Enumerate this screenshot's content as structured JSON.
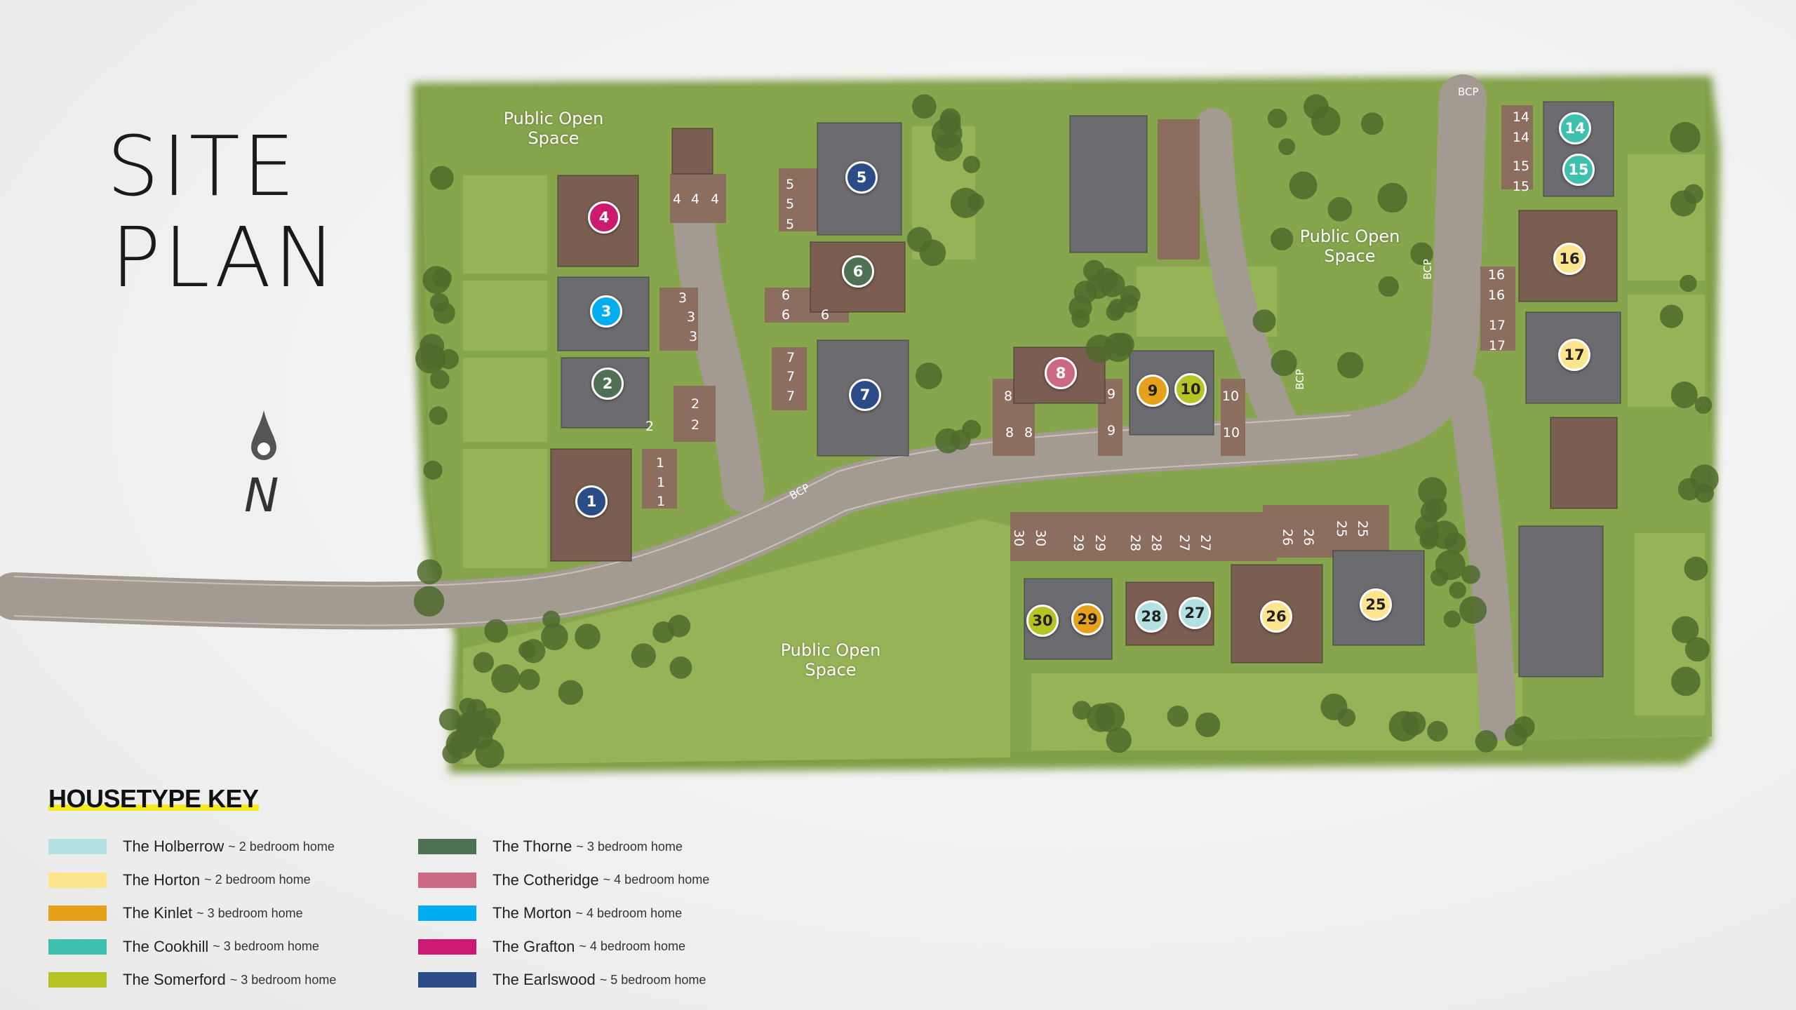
{
  "title": {
    "line1": "SITE",
    "line2": "PLAN"
  },
  "north_label": "N",
  "open_space_labels": [
    "Public Open\nSpace",
    "Public Open\nSpace",
    "Public Open\nSpace"
  ],
  "bcp_label": "BCP",
  "plots": [
    {
      "number": "1",
      "type": "The Earlswood"
    },
    {
      "number": "2",
      "type": "The Thorne"
    },
    {
      "number": "3",
      "type": "The Morton"
    },
    {
      "number": "4",
      "type": "The Grafton"
    },
    {
      "number": "5",
      "type": "The Earlswood"
    },
    {
      "number": "6",
      "type": "The Thorne"
    },
    {
      "number": "7",
      "type": "The Earlswood"
    },
    {
      "number": "8",
      "type": "The Cotheridge"
    },
    {
      "number": "9",
      "type": "The Kinlet"
    },
    {
      "number": "10",
      "type": "The Somerford"
    },
    {
      "number": "14",
      "type": "The Cookhill"
    },
    {
      "number": "15",
      "type": "The Cookhill"
    },
    {
      "number": "16",
      "type": "The Horton"
    },
    {
      "number": "17",
      "type": "The Horton"
    },
    {
      "number": "25",
      "type": "The Horton"
    },
    {
      "number": "26",
      "type": "The Horton"
    },
    {
      "number": "27",
      "type": "The Holberrow"
    },
    {
      "number": "28",
      "type": "The Holberrow"
    },
    {
      "number": "29",
      "type": "The Kinlet"
    },
    {
      "number": "30",
      "type": "The Somerford"
    }
  ],
  "parking_labels": [
    "4",
    "4",
    "4",
    "5",
    "5",
    "5",
    "3",
    "3",
    "3",
    "6",
    "6",
    "6",
    "7",
    "7",
    "7",
    "2",
    "2",
    "2",
    "1",
    "1",
    "1",
    "8",
    "8",
    "8",
    "9",
    "9",
    "10",
    "10",
    "14",
    "14",
    "15",
    "15",
    "16",
    "16",
    "17",
    "17",
    "30",
    "30",
    "29",
    "29",
    "28",
    "28",
    "27",
    "27",
    "26",
    "26",
    "25",
    "25"
  ],
  "key": {
    "title": "HOUSETYPE KEY",
    "items": [
      {
        "name": "The Holberrow",
        "desc": "~ 2 bedroom home",
        "color": "#b3e1e1"
      },
      {
        "name": "The Horton",
        "desc": "~ 2 bedroom home",
        "color": "#fde58e"
      },
      {
        "name": "The Kinlet",
        "desc": "~ 3 bedroom home",
        "color": "#e6a21a"
      },
      {
        "name": "The Cookhill",
        "desc": "~ 3 bedroom home",
        "color": "#3fbfae"
      },
      {
        "name": "The Somerford",
        "desc": "~ 3 bedroom home",
        "color": "#b5c424"
      },
      {
        "name": "The Thorne",
        "desc": "~ 3 bedroom home",
        "color": "#4e7155"
      },
      {
        "name": "The Cotheridge",
        "desc": "~ 4 bedroom home",
        "color": "#c96a82"
      },
      {
        "name": "The Morton",
        "desc": "~ 4 bedroom home",
        "color": "#00aeef"
      },
      {
        "name": "The Grafton",
        "desc": "~ 4 bedroom home",
        "color": "#cc1a70"
      },
      {
        "name": "The Earlswood",
        "desc": "~ 5 bedroom home",
        "color": "#2b4c86"
      }
    ]
  }
}
